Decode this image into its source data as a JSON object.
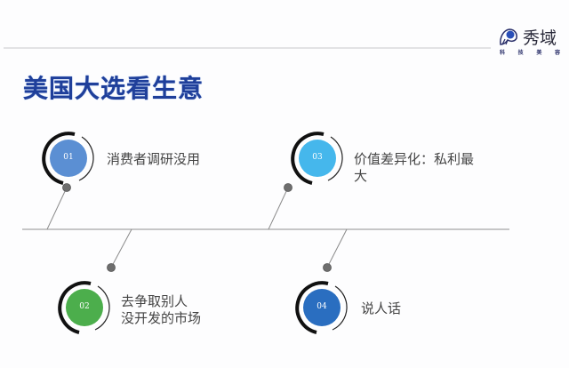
{
  "header": {
    "logo_name": "秀域",
    "logo_sub": [
      "科",
      "技",
      "美",
      "容"
    ]
  },
  "title": "美国大选看生意",
  "colors": {
    "title": "#1f3f9a",
    "item_01": "#5b8fd3",
    "item_02": "#4cae4c",
    "item_03": "#45b7ec",
    "item_04": "#2a6ec0",
    "line": "#9a9a9a",
    "dot": "#707070"
  },
  "items": [
    {
      "number": "01",
      "lines": [
        "消费者调研没用"
      ],
      "color": "#5b8fd3"
    },
    {
      "number": "02",
      "lines": [
        "去争取别人",
        "没开发的市场"
      ],
      "color": "#4cae4c"
    },
    {
      "number": "03",
      "lines": [
        "价值差异化：私利最",
        "大"
      ],
      "color": "#45b7ec"
    },
    {
      "number": "04",
      "lines": [
        "说人话"
      ],
      "color": "#2a6ec0"
    }
  ]
}
